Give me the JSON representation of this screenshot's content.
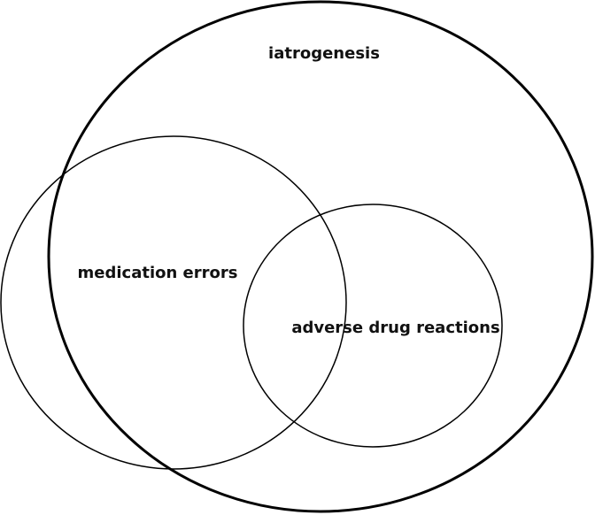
{
  "diagram": {
    "type": "venn",
    "stroke_color": "#000000",
    "label_color": "#111111",
    "sets": [
      {
        "id": "iatrogenesis",
        "label": "iatrogenesis"
      },
      {
        "id": "medication-errors",
        "label": "medication errors"
      },
      {
        "id": "adverse-drug-reactions",
        "label": "adverse drug reactions"
      }
    ]
  }
}
